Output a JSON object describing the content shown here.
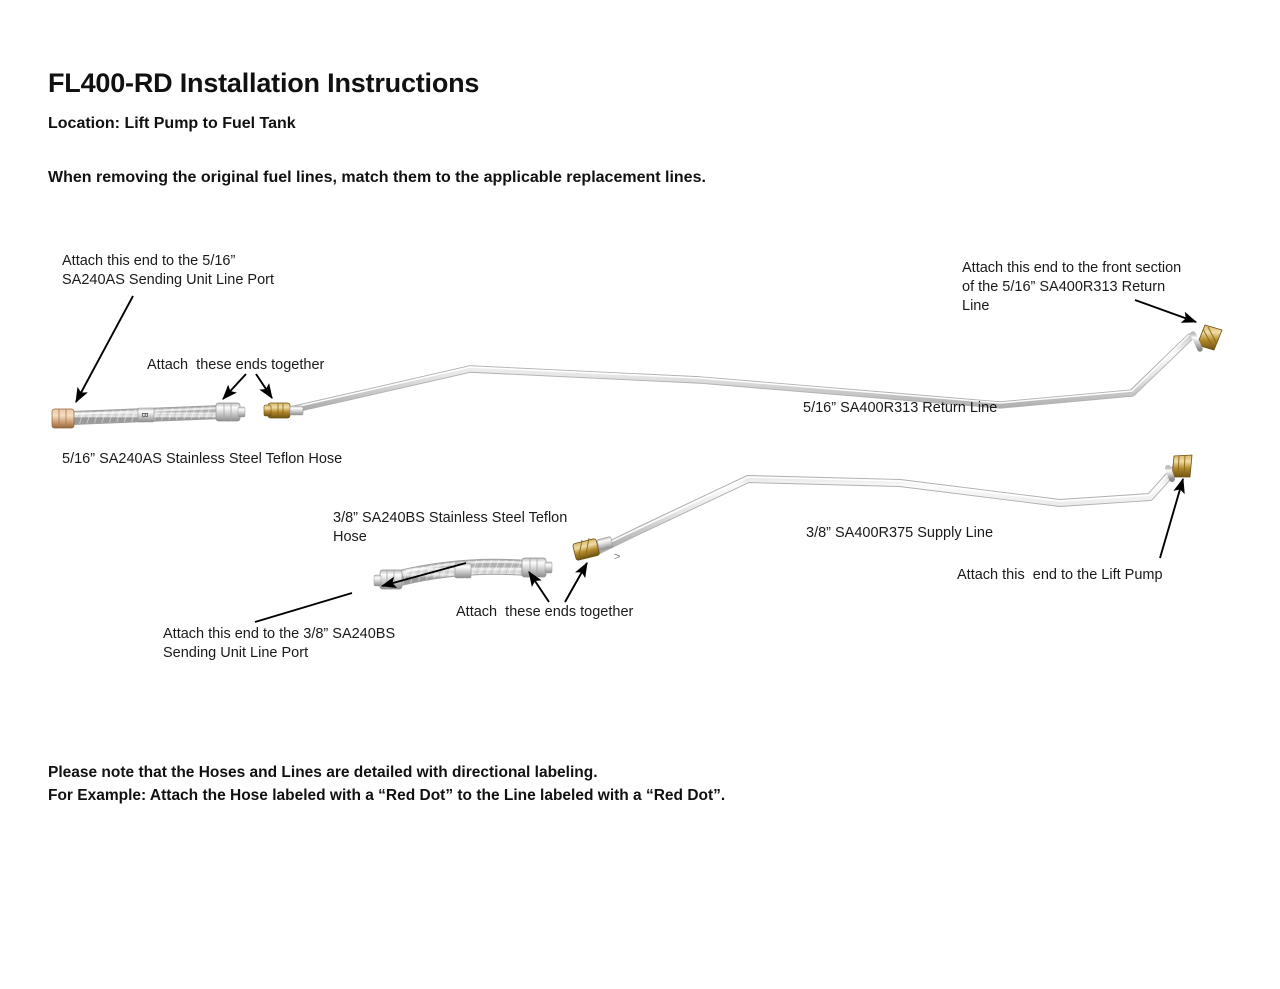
{
  "document": {
    "title": "FL400-RD Installation Instructions",
    "location": "Location: Lift Pump to Fuel Tank",
    "intro": "When removing the original fuel lines, match them to the applicable replacement lines."
  },
  "annotations": {
    "attach_5_16_sending_unit": "Attach this end to the 5/16”\nSA240AS Sending Unit Line Port",
    "attach_ends_together_top": "Attach  these ends together",
    "attach_front_section_return": "Attach this end to the front section\nof the 5/16” SA400R313 Return\nLine",
    "attach_3_8_sending_unit": "Attach this end to the 3/8” SA240BS\nSending Unit Line Port",
    "attach_ends_together_bottom": "Attach  these ends together",
    "attach_lift_pump": "Attach this  end to the Lift Pump"
  },
  "parts": {
    "hose_5_16": "5/16” SA240AS Stainless Steel Teflon Hose",
    "line_return": "5/16” SA400R313 Return Line",
    "hose_3_8": "3/8” SA240BS Stainless Steel Teflon\nHose",
    "line_supply": "3/8” SA400R375 Supply Line"
  },
  "footer": {
    "note_line1": "Please note that the Hoses and Lines are detailed with directional labeling.",
    "note_line2": "For Example: Attach the Hose labeled with a “Red Dot” to the Line labeled with a “Red Dot”."
  },
  "colors": {
    "text": "#111111",
    "steel_light": "#f2f2f2",
    "steel_mid": "#c9c9c9",
    "steel_dark": "#9a9a9a",
    "brass_light": "#e0c07a",
    "brass_mid": "#b8912f",
    "brass_dark": "#7d5f14",
    "arrow": "#000000"
  }
}
